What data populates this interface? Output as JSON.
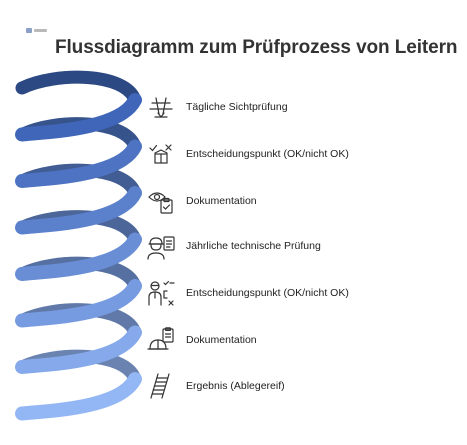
{
  "title": "Flussdiagramm zum Prüfprozess von Leitern",
  "steps": [
    {
      "label": "Tägliche Sichtprüfung",
      "icon": "inspection-cross-icon"
    },
    {
      "label": "Entscheidungspunkt (OK/nicht OK)",
      "icon": "decision-check-cross-icon"
    },
    {
      "label": "Dokumentation",
      "icon": "eye-clipboard-icon"
    },
    {
      "label": "Jährliche technische Prüfung",
      "icon": "engineer-clipboard-icon"
    },
    {
      "label": "Entscheidungspunkt (OK/nicht OK)",
      "icon": "person-checklist-icon"
    },
    {
      "label": "Dokumentation",
      "icon": "helmet-clipboard-icon"
    },
    {
      "label": "Ergebnis (Ablegereif)",
      "icon": "ladder-icon"
    }
  ],
  "colors": {
    "coil_top": "#3f66b8",
    "coil_bottom": "#93b6f4",
    "text": "#222222",
    "title": "#333333"
  }
}
